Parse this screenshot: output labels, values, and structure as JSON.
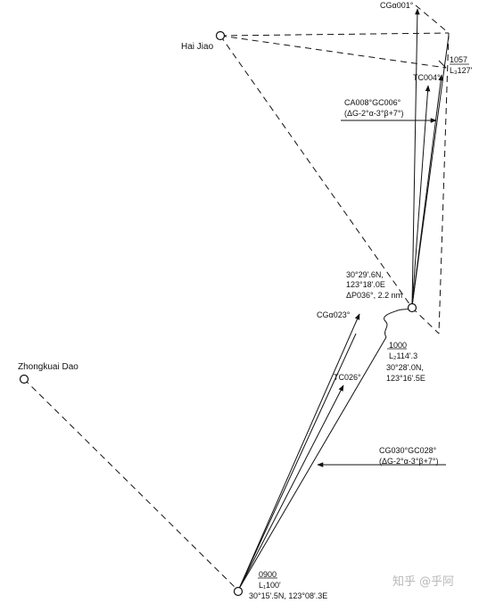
{
  "places": {
    "hai_jiao": "Hai Jiao",
    "zhongkuai_dao": "Zhongkuai Dao"
  },
  "fix_0900": {
    "time": "0900",
    "log": "L₁100'",
    "position": "30°15'.5N, 123°08'.3E"
  },
  "fix_1000": {
    "time": "1000",
    "log": "L₂114'.3",
    "lat": "30°28'.0N,",
    "lon": "123°16'.5E"
  },
  "fix_1057": {
    "time": "1057",
    "log": "L₃127'"
  },
  "observed_fix": {
    "lat": "30°29'.6N,",
    "lon": "123°18'.0E",
    "bearing_dist": "ΔP036°, 2.2 nm"
  },
  "leg1": {
    "course_line": "CG030°GC028°",
    "correction": "(ΔG-2°α-3°β+7°)",
    "track": "TC026°",
    "cg": "CGα023°"
  },
  "leg2": {
    "course_line": "CA008°GC006°",
    "correction": "(ΔG-2°α-3°β+7°)",
    "track": "TC004°",
    "cg": "CGα001°"
  },
  "watermark": "知乎 @乎阿",
  "colors": {
    "ink": "#111111",
    "watermark": "#b9b9b9"
  }
}
